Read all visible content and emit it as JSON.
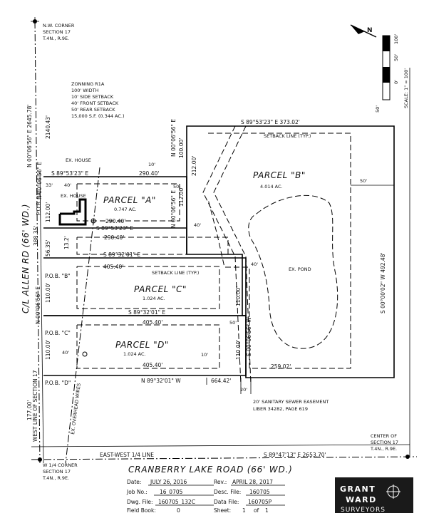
{
  "zoning": {
    "lines": [
      "ZONNING R1A",
      "100' WIDTH",
      "10' SIDE SETBACK",
      "40' FRONT SETBACK",
      "50' REAR SETBACK",
      "15,000 S.F. (0.344 AC.)"
    ]
  },
  "corners": {
    "nw": [
      "N.W. CORNER",
      "SECTION 17",
      "T.4N., R.9E."
    ],
    "w_quarter": [
      "W 1/4 CORNER",
      "SECTION 17",
      "T.4N., R.9E."
    ],
    "center": [
      "CENTER OF",
      "SECTION 17",
      "T.4N., R.9E."
    ]
  },
  "roads": {
    "allen": "C/L ALLEN RD (66' WD.)",
    "cranberry": "CRANBERRY LAKE ROAD (66' WD.)",
    "west_line": "WEST LINE OF SECTION 17",
    "ew_line": "EAST-WEST 1/4 LINE",
    "ew_bearing": "S 89°47'13\" E 2653.70'"
  },
  "parcels": {
    "a": {
      "name": "PARCEL \"A\"",
      "area": "0.747 AC."
    },
    "b": {
      "name": "PARCEL \"B\"",
      "area": "4.014 AC."
    },
    "c": {
      "name": "PARCEL \"C\"",
      "area": "1.024 AC."
    },
    "d": {
      "name": "PARCEL \"D\"",
      "area": "1.024 AC."
    }
  },
  "pob": {
    "a": "P.O.B. \"A\"",
    "b": "P.O.B. \"B\"",
    "c": "P.O.B. \"C\"",
    "d": "P.O.B. \"D\""
  },
  "labels": {
    "ex_house_1": "EX. HOUSE",
    "ex_house_2": "EX. HOUSE",
    "setback_b": "SETBACK LINE (TYP.)",
    "setback_c": "SETBACK LINE (TYP.)",
    "ex_pond": "EX. POND",
    "overhead": "EX. OVERHEAD WIRES",
    "sewer": [
      "20' SANITARY SEWER EASEMENT",
      "LIBER 34282, PAGE 619"
    ]
  },
  "bearings": {
    "b_top": "S 89°53'23\" E 373.02'",
    "a_top": "S 89°53'23\" E",
    "a_top_dist": "290.40'",
    "a_bottom": "S 89°53'23\" E",
    "a_bottom_dist": "290.40'",
    "a_inner": "290.40'",
    "a_east": "N 00°06'56\" E",
    "a_east_dist": "112.00'",
    "a_notch": "N 00°06'56\" E",
    "a_notch_dist": "100.00'",
    "v212": "212.00'",
    "c_top": "S 89°32'01\" E",
    "c_top_dist": "405.40'",
    "c_bottom": "S 89°32'01\" E",
    "c_bottom_dist": "405.40'",
    "d_top_dist": "405.40'",
    "d_bottom": "N 89°32'01\" W",
    "d_bottom_dist": "664.42'",
    "b_east": "S 00°00'02\" W 492.48'",
    "cd_east": "S 00°06'56\" W",
    "c_east_dist": "110.00'",
    "d_east_dist": "110.00'",
    "b_bottom_dist": "259.02'",
    "allen_bearing": "N 00°06'56\" E 2645.78'",
    "allen_top": "2140.43'",
    "a_west": "N 00°06'56\" E",
    "a_west_dist": "112.00'",
    "west_388": "388.35'",
    "west_5635": "56.35'",
    "west_132": "13.2'",
    "c_west": "N 00°06'56\" E",
    "c_west_dist": "110.00'",
    "d_west_dist": "110.00'",
    "west_177": "177.00'"
  },
  "dims": {
    "d33": "33'",
    "d40a": "40'",
    "d10a": "10'",
    "d50a": "50'",
    "d40b": "40'",
    "d50b": "50'",
    "d40c": "40'",
    "d50c": "50'",
    "d40d": "40'",
    "d10d": "10'",
    "d20": "20'"
  },
  "scale": {
    "label": "SCALE: 1\" = 100'",
    "ticks": [
      "100'",
      "50'",
      "0'",
      "50'"
    ]
  },
  "north": "N",
  "title_block": {
    "date_label": "Date:",
    "date": "JULY 26, 2016",
    "rev_label": "Rev.:",
    "rev": "APRIL 28, 2017",
    "job_label": "Job No.:",
    "job": "16_0705",
    "desc_label": "Desc. File:",
    "desc": "160705",
    "dwg_label": "Dwg. File:",
    "dwg": "160705_132C",
    "data_label": "Data File:",
    "data": "160705P",
    "fb_label": "Field Book:",
    "fb": "0",
    "sheet_label": "Sheet:",
    "sheet": "1",
    "of_label": "of",
    "sheets": "1",
    "logo1": "GRANT",
    "logo2": "WARD",
    "logo3": "SURVEYORS"
  }
}
